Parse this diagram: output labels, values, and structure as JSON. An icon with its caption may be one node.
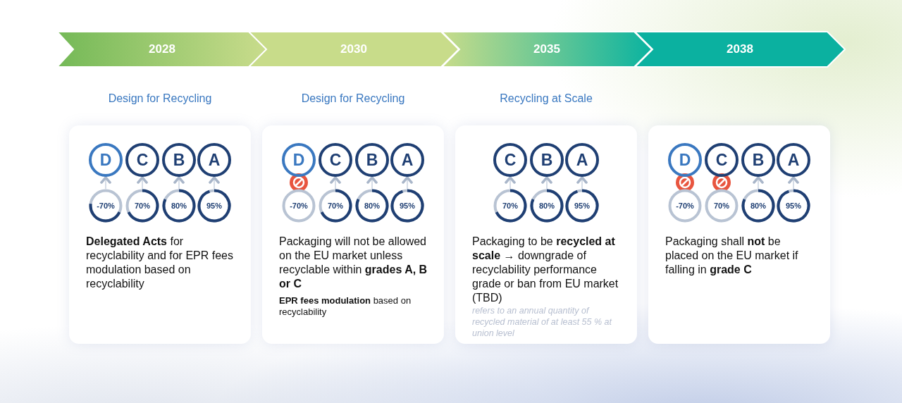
{
  "diagram": {
    "nodes": [
      {
        "text": [
          "2028"
        ]
      },
      {
        "text": [
          "2030"
        ]
      },
      {
        "text": [
          "2035"
        ]
      },
      {
        "text": [
          "2038"
        ]
      },
      {
        "text": [
          "**Delegated Acts** for recyclability and for EPR fees modulation based on recyclability"
        ],
        "beside": [
          "Design for Recycling"
        ]
      },
      {
        "text": [
          "D"
        ],
        "in": 4
      },
      {
        "text": [
          "C"
        ],
        "in": 4
      },
      {
        "text": [
          "B"
        ],
        "in": 4
      },
      {
        "text": [
          "A"
        ],
        "in": 4
      },
      {
        "text": [
          "-70%"
        ],
        "in": 4
      },
      {
        "text": [
          "70%"
        ],
        "in": 4
      },
      {
        "text": [
          "80%"
        ],
        "in": 4
      },
      {
        "text": [
          "95%"
        ],
        "in": 4
      },
      {
        "text": [
          "Packaging will not be allowed on the EU market unless recyclable within **grades A, B or C**",
          "**EPR fees modulation** based on recyclability"
        ],
        "beside": [
          "Design for Recycling"
        ]
      },
      {
        "text": [
          "D"
        ],
        "in": 13
      },
      {
        "text": [
          "C"
        ],
        "in": 13
      },
      {
        "text": [
          "B"
        ],
        "in": 13
      },
      {
        "text": [
          "A"
        ],
        "in": 13
      },
      {
        "text": [
          "-70%"
        ],
        "in": 13
      },
      {
        "text": [
          "70%"
        ],
        "in": 13
      },
      {
        "text": [
          "80%"
        ],
        "in": 13
      },
      {
        "text": [
          "95%"
        ],
        "in": 13
      },
      {
        "text": [
          "Packaging to be **recycled at scale →** downgrade of recyclability performance grade or ban from EU market (TBD)",
          "refers to an annual quantity of recycled material of at least 55 % at union level"
        ],
        "beside": [
          "Recycling at Scale"
        ]
      },
      {
        "text": [
          "C"
        ],
        "in": 22
      },
      {
        "text": [
          "B"
        ],
        "in": 22
      },
      {
        "text": [
          "A"
        ],
        "in": 22
      },
      {
        "text": [
          "70%"
        ],
        "in": 22
      },
      {
        "text": [
          "80%"
        ],
        "in": 22
      },
      {
        "text": [
          "95%"
        ],
        "in": 22
      },
      {
        "text": [
          "Packaging shall **not** be placed on the EU market if falling in **grade C**"
        ]
      },
      {
        "text": [
          "D"
        ],
        "in": 29
      },
      {
        "text": [
          "C"
        ],
        "in": 29
      },
      {
        "text": [
          "B"
        ],
        "in": 29
      },
      {
        "text": [
          "A"
        ],
        "in": 29
      },
      {
        "text": [
          "-70%"
        ],
        "in": 29
      },
      {
        "text": [
          "70%"
        ],
        "in": 29
      },
      {
        "text": [
          "80%"
        ],
        "in": 29
      },
      {
        "text": [
          "95%"
        ],
        "in": 29
      }
    ],
    "edges": [
      {
        "from": 9,
        "to": 5,
        "arrow": "to"
      },
      {
        "from": 10,
        "to": 6,
        "arrow": "to"
      },
      {
        "from": 11,
        "to": 7,
        "arrow": "to"
      },
      {
        "from": 12,
        "to": 8,
        "arrow": "to"
      },
      {
        "from": 19,
        "to": 15,
        "arrow": "to"
      },
      {
        "from": 20,
        "to": 16,
        "arrow": "to"
      },
      {
        "from": 21,
        "to": 17,
        "arrow": "to"
      },
      {
        "from": 26,
        "to": 23,
        "arrow": "to"
      },
      {
        "from": 27,
        "to": 24,
        "arrow": "to"
      },
      {
        "from": 28,
        "to": 25,
        "arrow": "to"
      },
      {
        "from": 36,
        "to": 32,
        "arrow": "to"
      },
      {
        "from": 37,
        "to": 33,
        "arrow": "to"
      }
    ]
  }
}
